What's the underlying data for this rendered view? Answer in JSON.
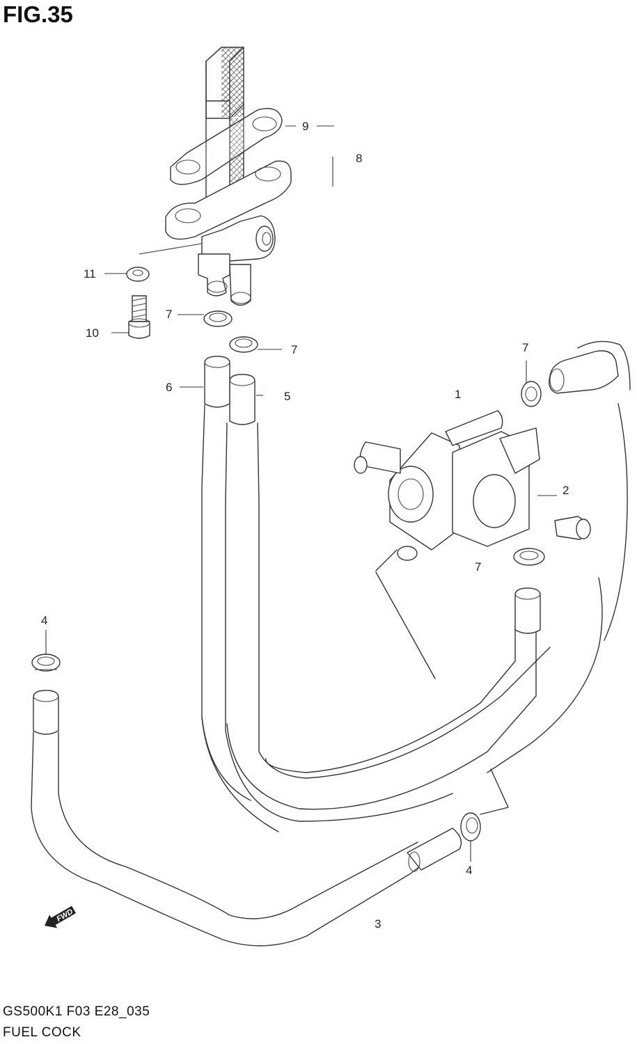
{
  "figure": {
    "number_label": "FIG.35",
    "model_code": "GS500K1 F03 E28_035",
    "caption": "FUEL COCK",
    "direction_badge": "FWD"
  },
  "callouts": [
    {
      "id": "c1",
      "text": "1"
    },
    {
      "id": "c2",
      "text": "2"
    },
    {
      "id": "c3",
      "text": "3"
    },
    {
      "id": "c4a",
      "text": "4"
    },
    {
      "id": "c4b",
      "text": "4"
    },
    {
      "id": "c5",
      "text": "5"
    },
    {
      "id": "c6",
      "text": "6"
    },
    {
      "id": "c7a",
      "text": "7"
    },
    {
      "id": "c7b",
      "text": "7"
    },
    {
      "id": "c7c",
      "text": "7"
    },
    {
      "id": "c7d",
      "text": "7"
    },
    {
      "id": "c8",
      "text": "8"
    },
    {
      "id": "c9",
      "text": "9"
    },
    {
      "id": "c10",
      "text": "10"
    },
    {
      "id": "c11",
      "text": "11"
    }
  ]
}
